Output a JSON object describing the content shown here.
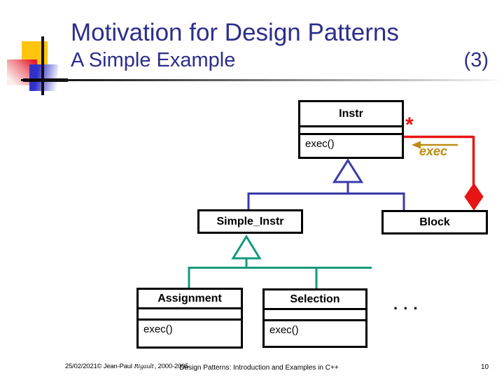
{
  "header": {
    "title": "Motivation for Design Patterns",
    "subtitle": "A Simple Example",
    "slide_marker": "(3)"
  },
  "diagram": {
    "instr": {
      "name": "Instr",
      "method": "exec()"
    },
    "simple_instr": {
      "name": "Simple_Instr"
    },
    "block": {
      "name": "Block"
    },
    "assignment": {
      "name": "Assignment",
      "method": "exec()"
    },
    "selection": {
      "name": "Selection",
      "method": "exec()"
    },
    "multiplicity_star": "*",
    "association_label": "exec",
    "ellipsis": ". . ."
  },
  "footer": {
    "date": "25/02/2021",
    "copyright": "© Jean-Paul",
    "author_name": "Rigault",
    "years": ", 2000-2005",
    "center": "Design Patterns: Introduction and Examples in C++",
    "page_number": "10"
  },
  "colors": {
    "title_indigo": "#2d2d8c",
    "connector_blue": "#3a3aa8",
    "connector_green": "#14997c",
    "association_red": "#e81515",
    "label_orange": "#bd8c12",
    "decoration_yellow": "#fec40e"
  }
}
